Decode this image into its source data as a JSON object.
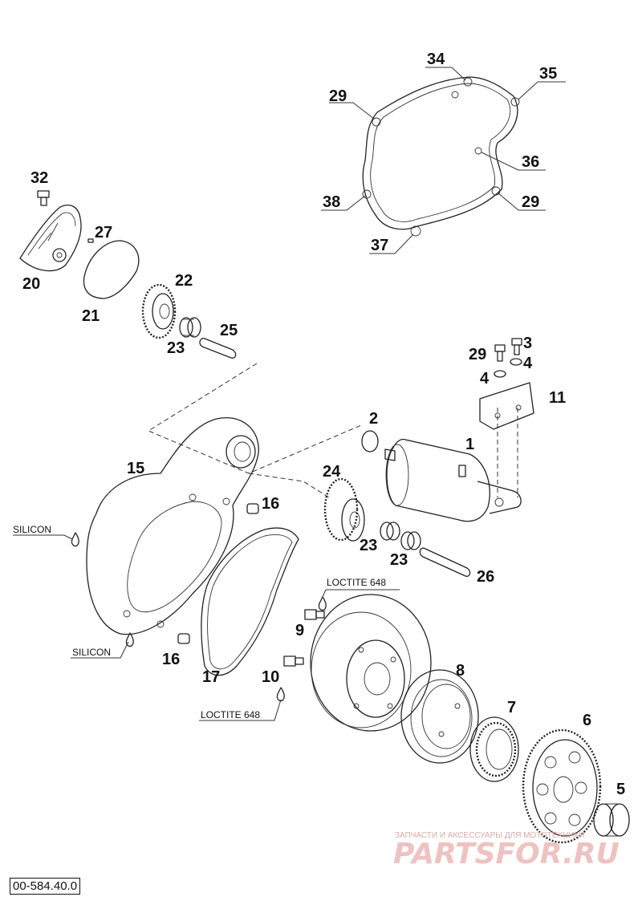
{
  "callouts": {
    "p1": "1",
    "p2": "2",
    "p3": "3",
    "p4a": "4",
    "p4b": "4",
    "p5": "5",
    "p6": "6",
    "p7": "7",
    "p8": "8",
    "p9": "9",
    "p10": "10",
    "p11": "11",
    "p15": "15",
    "p16a": "16",
    "p16b": "16",
    "p17": "17",
    "p20": "20",
    "p21": "21",
    "p22": "22",
    "p23a": "23",
    "p23b": "23",
    "p23c": "23",
    "p24": "24",
    "p25": "25",
    "p26": "26",
    "p27": "27",
    "p29a": "29",
    "p29b": "29",
    "p29c": "29",
    "p32": "32",
    "p34": "34",
    "p35": "35",
    "p36": "36",
    "p37": "37",
    "p38": "38"
  },
  "notes": {
    "silicon_top": "SILICON",
    "silicon_bottom": "SILICON",
    "loctite_top": "LOCTITE 648",
    "loctite_bottom": "LOCTITE 648"
  },
  "watermark": {
    "tagline": "ЗАПЧАСТИ И АКСЕССУАРЫ ДЛЯ МОТОТЕХНИКИ",
    "brand": "PARTSFOR.RU"
  },
  "drawing_code": "00-584.40.0"
}
